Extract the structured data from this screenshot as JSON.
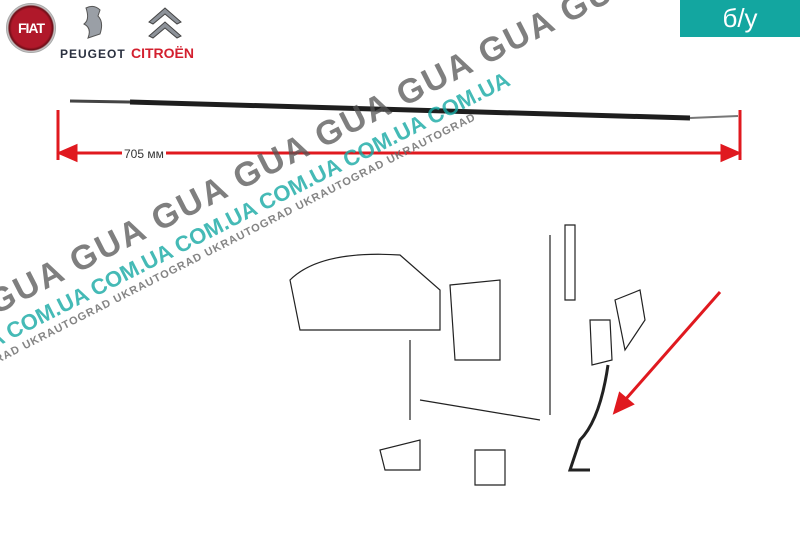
{
  "logos": {
    "fiat": "FIAT",
    "peugeot": "PEUGEOT",
    "citroen": "CITROËN"
  },
  "badge": {
    "label": "б/у",
    "color": "#13a6a0"
  },
  "dimension": {
    "label": "705 мм",
    "color": "#e0191f"
  },
  "watermark": {
    "gua": "GUA GUA GUA GUA GUA GUA GUA GUA GUA GUA",
    "com": "COM.UA COM.UA COM.UA COM.UA COM.UA COM.UA COM.UA",
    "ukr": "UKRAUTOGRAD UKRAUTOGRAD UKRAUTOGRAD UKRAUTOGRAD UKRAUTOGRAD UKRAUTOGRAD"
  }
}
